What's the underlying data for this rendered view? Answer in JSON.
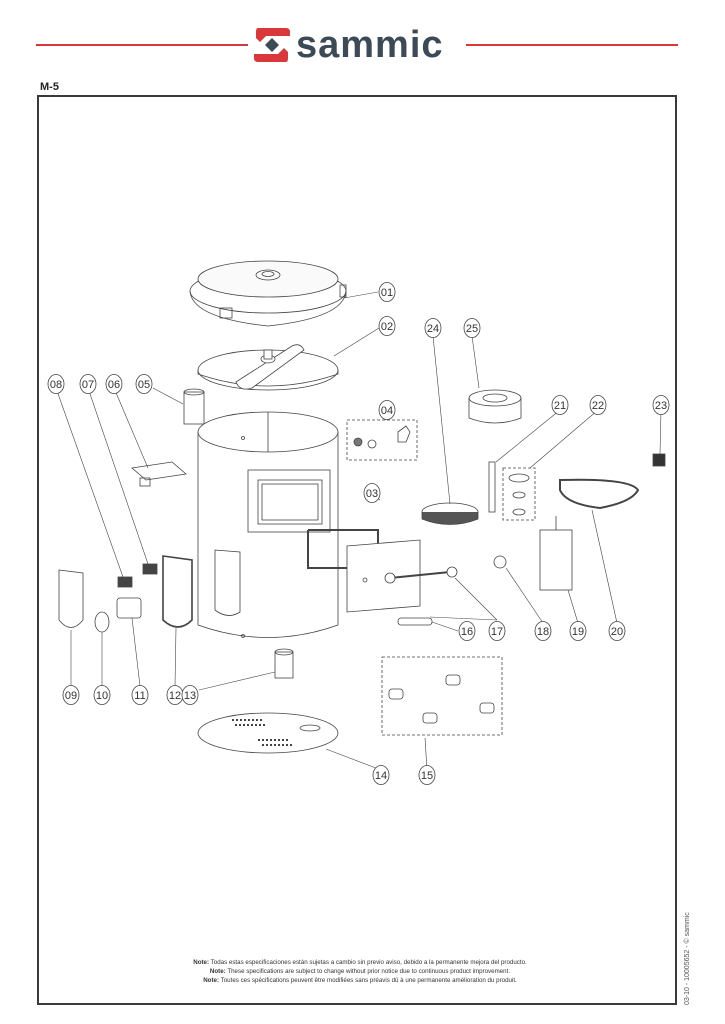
{
  "header": {
    "brand": "sammic",
    "model_code": "M-5",
    "brand_color": "#d9373a",
    "text_color": "#3b4a56"
  },
  "diagram": {
    "title": "Exploded parts view",
    "callouts": [
      "01",
      "02",
      "03",
      "04",
      "05",
      "06",
      "07",
      "08",
      "09",
      "10",
      "11",
      "12",
      "13",
      "14",
      "15",
      "16",
      "17",
      "18",
      "19",
      "20",
      "21",
      "22",
      "23",
      "24",
      "25"
    ]
  },
  "footer": {
    "notes": [
      {
        "label": "Note:",
        "text": " Todas estas especificaciones están sujetas a cambio sin previo aviso, debido a la permanente mejora del producto."
      },
      {
        "label": "Note:",
        "text": " These specifications are subject to change without prior notice due to continuous product improvement."
      },
      {
        "label": "Note:",
        "text": " Toutes ces spécifications peuvent être modifiées sans préavis dû à une permanente amélioration du produit."
      }
    ],
    "side_reference": "03-10 - 10005652 - © sammic"
  }
}
